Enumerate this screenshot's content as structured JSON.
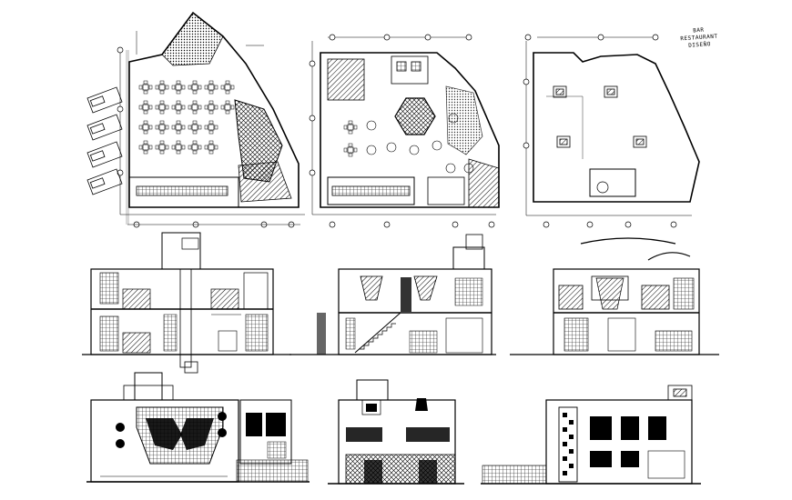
{
  "sheet": {
    "stamp_lines": [
      "BAR",
      "RESTAURANT",
      "DISEÑO"
    ],
    "ink_color": "#000000",
    "paper_color": "#ffffff"
  }
}
